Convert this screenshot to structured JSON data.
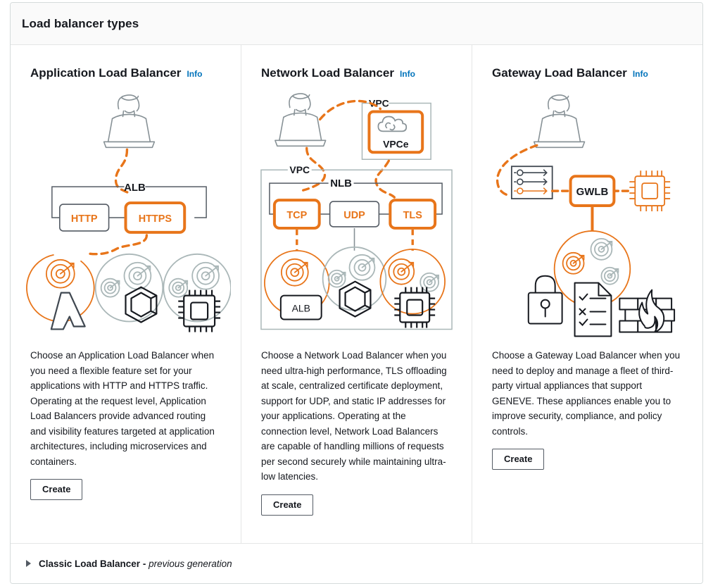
{
  "header": {
    "title": "Load balancer types"
  },
  "columns": [
    {
      "title": "Application Load Balancer",
      "info_label": "Info",
      "description": "Choose an Application Load Balancer when you need a flexible feature set for your applications with HTTP and HTTPS traffic. Operating at the request level, Application Load Balancers provide advanced routing and visibility features targeted at application architectures, including microservices and containers.",
      "create_label": "Create",
      "diagram": {
        "container_label": "ALB",
        "listeners": [
          {
            "label": "HTTP",
            "selected": false
          },
          {
            "label": "HTTPS",
            "selected": true
          }
        ],
        "targets": [
          {
            "icon": "lambda-icon",
            "label": "",
            "highlighted": true
          },
          {
            "icon": "container-icon",
            "label": "",
            "highlighted": false
          },
          {
            "icon": "ec2-chip-icon",
            "label": "",
            "highlighted": false
          }
        ]
      }
    },
    {
      "title": "Network Load Balancer",
      "info_label": "Info",
      "description": "Choose a Network Load Balancer when you need ultra-high performance, TLS offloading at scale, centralized certificate deployment, support for UDP, and static IP addresses for your applications. Operating at the connection level, Network Load Balancers are capable of handling millions of requests per second securely while maintaining ultra-low latencies.",
      "create_label": "Create",
      "diagram": {
        "vpc_top_label": "VPC",
        "vpce_label": "VPCe",
        "vpc_main_label": "VPC",
        "container_label": "NLB",
        "listeners": [
          {
            "label": "TCP",
            "selected": true
          },
          {
            "label": "UDP",
            "selected": false
          },
          {
            "label": "TLS",
            "selected": true
          }
        ],
        "targets": [
          {
            "icon": "alb-box-icon",
            "label": "ALB",
            "highlighted": true
          },
          {
            "icon": "container-icon",
            "label": "",
            "highlighted": false
          },
          {
            "icon": "ec2-chip-icon",
            "label": "",
            "highlighted": true
          }
        ]
      }
    },
    {
      "title": "Gateway Load Balancer",
      "info_label": "Info",
      "description": "Choose a Gateway Load Balancer when you need to deploy and manage a fleet of third-party virtual appliances that support GENEVE. These appliances enable you to improve security, compliance, and policy controls.",
      "create_label": "Create",
      "diagram": {
        "container_label": "GWLB",
        "route_table_icon": "route-table-icon",
        "endpoint_icon": "ec2-chip-icon",
        "appliances": [
          {
            "icon": "padlock-icon"
          },
          {
            "icon": "checklist-icon"
          },
          {
            "icon": "firewall-icon"
          }
        ]
      }
    }
  ],
  "footer": {
    "expander_label": "Classic Load Balancer -",
    "expander_sublabel": "previous generation",
    "expanded": false
  },
  "colors": {
    "accent_orange": "#e8751a",
    "info_blue": "#0073bb",
    "text_dark": "#16191f",
    "line_gray": "#879196",
    "border_gray": "#d5dbdb",
    "header_bg": "#fafafa"
  }
}
